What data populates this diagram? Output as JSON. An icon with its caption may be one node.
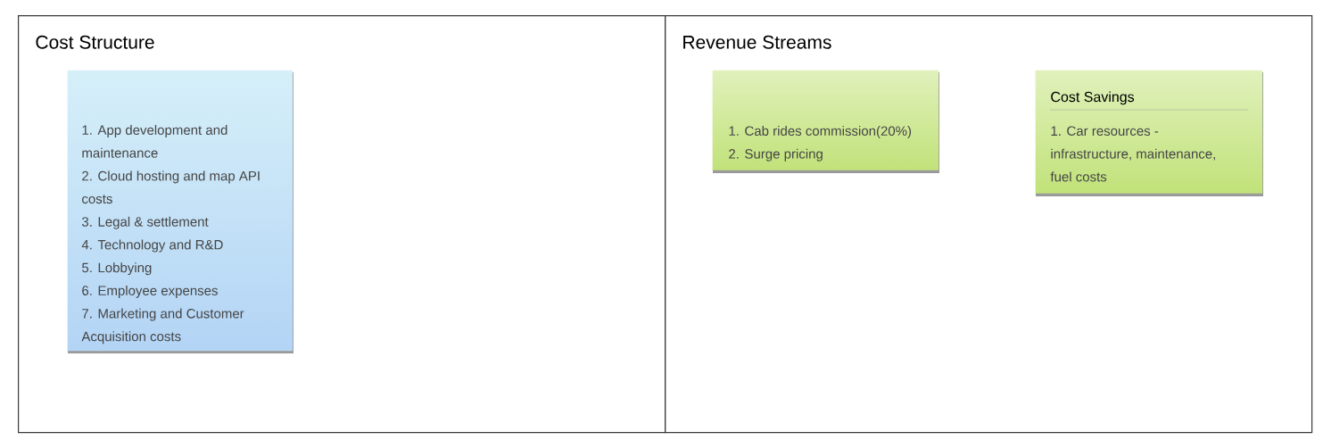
{
  "diagram": {
    "nodes": [
      {
        "text": [
          "Cost Structure"
        ]
      },
      {
        "text": [
          "1. App development and maintenance",
          "2. Cloud hosting and map API costs",
          "3. Legal & settlement",
          "4. Technology and R&D",
          "5. Lobbying",
          "6. Employee expenses",
          "7. Marketing and Customer Acquisition costs"
        ],
        "in": 0
      },
      {
        "text": [
          "Revenue Streams"
        ]
      },
      {
        "text": [
          "1. Cab rides commission(20%)",
          "2. Surge pricing"
        ],
        "in": 2
      },
      {
        "text": [
          "Cost Savings",
          "1. Car resources - infrastructure, maintenance, fuel costs"
        ],
        "in": 2
      }
    ]
  }
}
